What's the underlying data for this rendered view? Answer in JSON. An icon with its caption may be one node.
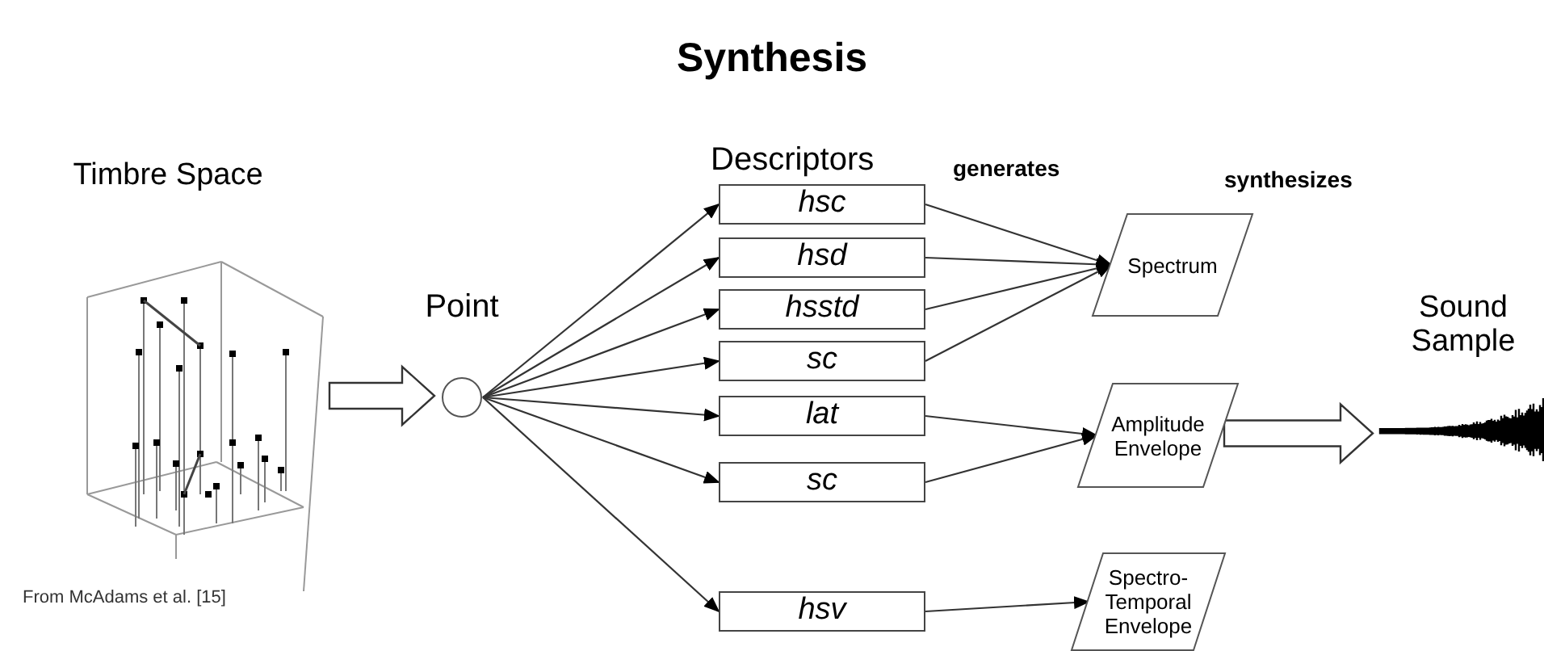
{
  "diagram": {
    "title": "Synthesis",
    "nodes": [
      {
        "text": [
          "Timbre Space"
        ],
        "beside": [
          "From McAdams et al. [15]"
        ]
      },
      {
        "text": [
          "Point"
        ]
      },
      {
        "text": [
          "hsc"
        ]
      },
      {
        "text": [
          "hsd"
        ]
      },
      {
        "text": [
          "hsstd"
        ]
      },
      {
        "text": [
          "sc"
        ]
      },
      {
        "text": [
          "lat"
        ]
      },
      {
        "text": [
          "sc"
        ]
      },
      {
        "text": [
          "hsv"
        ]
      },
      {
        "text": [
          "Spectrum"
        ]
      },
      {
        "text": [
          "Amplitude Envelope"
        ]
      },
      {
        "text": [
          "Spectro-Temporal Envelope"
        ]
      },
      {
        "text": [
          "Sound Sample"
        ]
      }
    ],
    "edges": [
      {
        "from": 0,
        "to": 1,
        "arrow": "to",
        "style": "thick"
      },
      {
        "from": 1,
        "to": 2,
        "arrow": "to"
      },
      {
        "from": 1,
        "to": 3,
        "arrow": "to"
      },
      {
        "from": 1,
        "to": 4,
        "arrow": "to"
      },
      {
        "from": 1,
        "to": 5,
        "arrow": "to"
      },
      {
        "from": 1,
        "to": 6,
        "arrow": "to"
      },
      {
        "from": 1,
        "to": 7,
        "arrow": "to"
      },
      {
        "from": 1,
        "to": 8,
        "arrow": "to"
      },
      {
        "from": 2,
        "to": 9,
        "arrow": "to"
      },
      {
        "from": 3,
        "to": 9,
        "arrow": "to"
      },
      {
        "from": 4,
        "to": 9,
        "arrow": "to"
      },
      {
        "from": 5,
        "to": 9,
        "arrow": "to"
      },
      {
        "from": 6,
        "to": 10,
        "arrow": "to"
      },
      {
        "from": 7,
        "to": 10,
        "arrow": "to"
      },
      {
        "from": 8,
        "to": 11,
        "arrow": "to"
      },
      {
        "from": 10,
        "to": 12,
        "arrow": "to",
        "style": "thick"
      }
    ],
    "labels": [
      "Descriptors",
      "generates",
      "synthesizes"
    ]
  }
}
